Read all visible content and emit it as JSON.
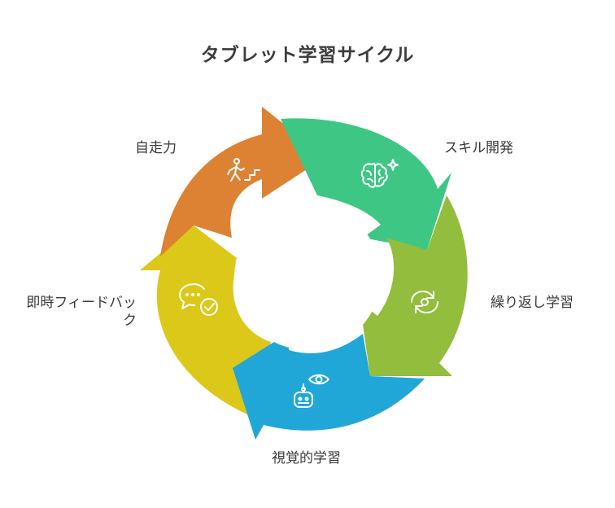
{
  "title": "タブレット学習サイクル",
  "steps": [
    {
      "label": "自走力",
      "color": "#dd8232",
      "icon": "person-climbing-stairs-icon"
    },
    {
      "label": "スキル開発",
      "color": "#3ec784",
      "icon": "brain-sparkle-icon"
    },
    {
      "label": "繰り返し学習",
      "color": "#93bd3c",
      "icon": "refresh-cycle-icon"
    },
    {
      "label": "視覚的学習",
      "color": "#21a6d8",
      "icon": "robot-eye-icon"
    },
    {
      "label": "即時フィードバック",
      "color": "#dcc818",
      "icon": "chat-check-icon"
    }
  ]
}
